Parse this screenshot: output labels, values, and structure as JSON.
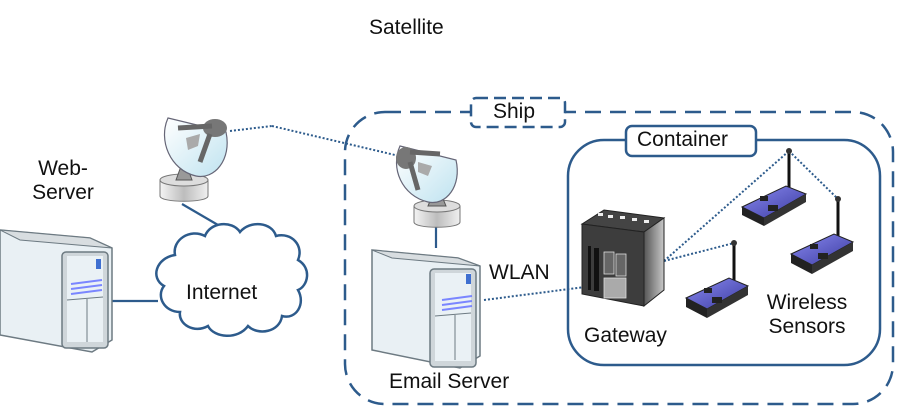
{
  "labels": {
    "satellite": "Satellite",
    "web_server_line1": "Web-",
    "web_server_line2": "Server",
    "internet": "Internet",
    "ship": "Ship",
    "container": "Container",
    "wlan": "WLAN",
    "email_server": "Email Server",
    "gateway": "Gateway",
    "wireless_line1": "Wireless",
    "wireless_line2": "Sensors"
  },
  "colors": {
    "line_blue": "#2d5b8c",
    "sensor_purple": "#5a5ad0",
    "server_body": "#e8eef2",
    "gateway_grey": "#8a8a8a"
  }
}
